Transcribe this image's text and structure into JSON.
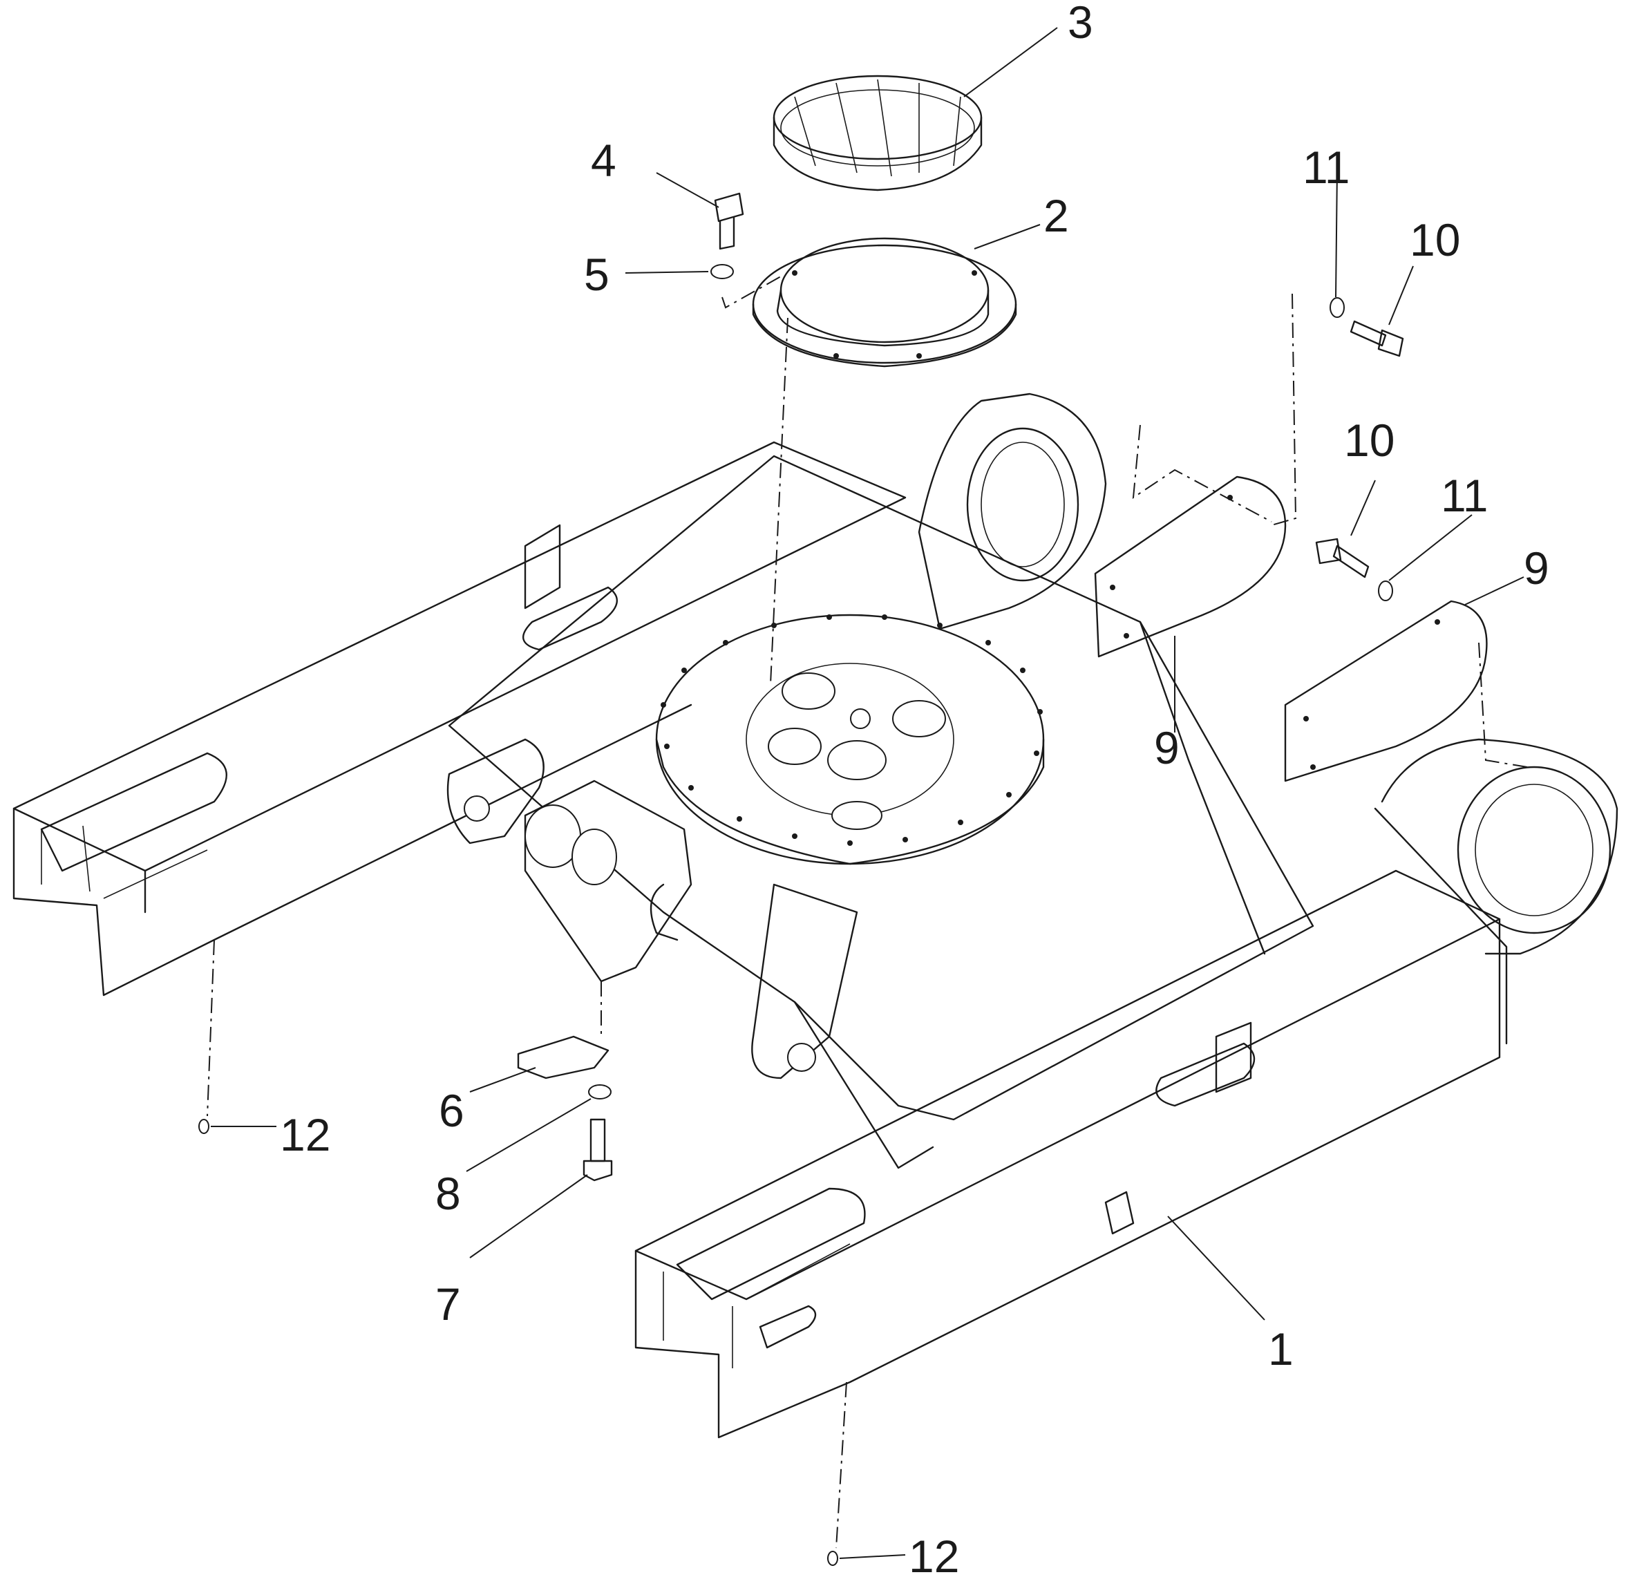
{
  "callouts": [
    {
      "id": "c1",
      "label": "1"
    },
    {
      "id": "c2",
      "label": "2"
    },
    {
      "id": "c3",
      "label": "3"
    },
    {
      "id": "c4",
      "label": "4"
    },
    {
      "id": "c5",
      "label": "5"
    },
    {
      "id": "c6",
      "label": "6"
    },
    {
      "id": "c7",
      "label": "7"
    },
    {
      "id": "c8",
      "label": "8"
    },
    {
      "id": "c9a",
      "label": "9"
    },
    {
      "id": "c9b",
      "label": "9"
    },
    {
      "id": "c10a",
      "label": "10"
    },
    {
      "id": "c10b",
      "label": "10"
    },
    {
      "id": "c11a",
      "label": "11"
    },
    {
      "id": "c11b",
      "label": "11"
    },
    {
      "id": "c12a",
      "label": "12"
    },
    {
      "id": "c12b",
      "label": "12"
    }
  ]
}
